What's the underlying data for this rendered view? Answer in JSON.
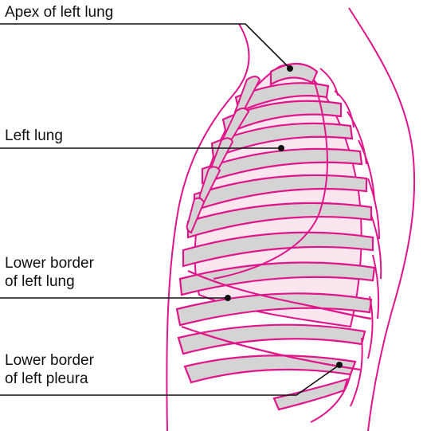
{
  "labels": {
    "apex_of_left_lung": "Apex of left lung",
    "left_lung": "Left lung",
    "lower_border_of_left_lung": [
      "Lower border",
      "of left lung"
    ],
    "lower_border_of_left_pleura": [
      "Lower border",
      "of left pleura"
    ]
  },
  "colors": {
    "outline": "#e0158a",
    "rib_fill": "#d4d4d4",
    "lung_fill": "#fbe6f0",
    "leader_line": "#111111",
    "background": "#ffffff"
  }
}
